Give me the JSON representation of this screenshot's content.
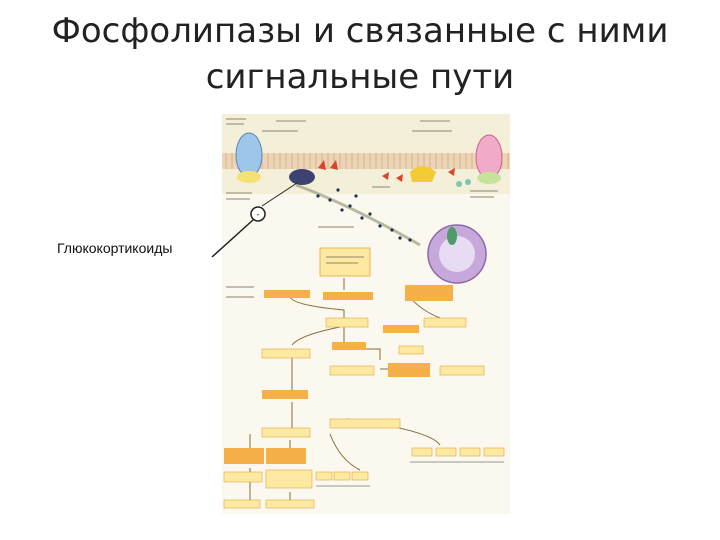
{
  "slide": {
    "title_line1": "Фосфолипазы и связанные с ними",
    "title_line2": "сигнальные пути",
    "pointer_label": "Глюкокортикоиды",
    "pointer_symbol": "-"
  },
  "colors": {
    "membrane": "#e9c9a9",
    "box_orange": "#f6b04a",
    "box_yellow": "#fde9a2",
    "arrow": "#8a6a3a",
    "cell_bg": "#f7f2d6",
    "vesicle": "#b89ad0"
  }
}
